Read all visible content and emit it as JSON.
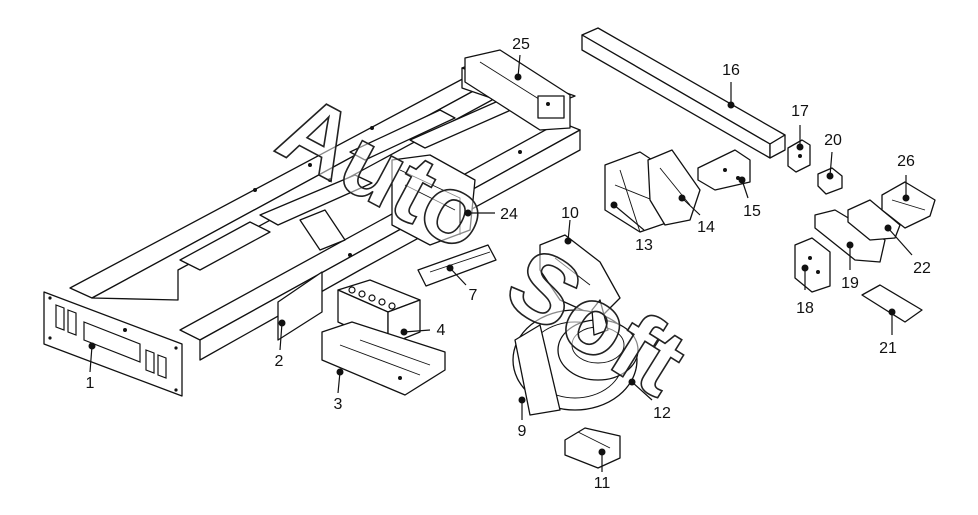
{
  "callouts": [
    {
      "id": "1",
      "label": "1"
    },
    {
      "id": "2",
      "label": "2"
    },
    {
      "id": "3",
      "label": "3"
    },
    {
      "id": "4",
      "label": "4"
    },
    {
      "id": "7",
      "label": "7"
    },
    {
      "id": "9",
      "label": "9"
    },
    {
      "id": "10",
      "label": "10"
    },
    {
      "id": "11",
      "label": "11"
    },
    {
      "id": "12",
      "label": "12"
    },
    {
      "id": "13",
      "label": "13"
    },
    {
      "id": "14",
      "label": "14"
    },
    {
      "id": "15",
      "label": "15"
    },
    {
      "id": "16",
      "label": "16"
    },
    {
      "id": "17",
      "label": "17"
    },
    {
      "id": "18",
      "label": "18"
    },
    {
      "id": "19",
      "label": "19"
    },
    {
      "id": "20",
      "label": "20"
    },
    {
      "id": "21",
      "label": "21"
    },
    {
      "id": "22",
      "label": "22"
    },
    {
      "id": "24",
      "label": "24"
    },
    {
      "id": "25",
      "label": "25"
    },
    {
      "id": "26",
      "label": "26"
    }
  ],
  "watermark": {
    "line1": "Auto",
    "line2": "Soft"
  }
}
